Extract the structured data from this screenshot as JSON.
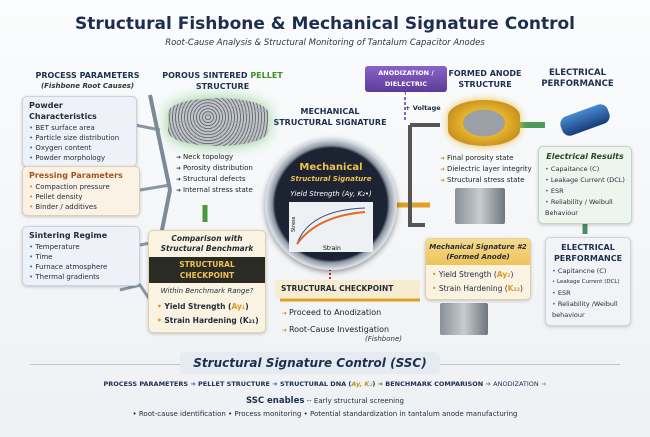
{
  "header": {
    "title": "Structural Fishbone & Mechanical Signature Control",
    "subtitle": "Root-Cause Analysis & Structural Monitoring of Tantalum Capacitor Anodes"
  },
  "process": {
    "title": "PROCESS PARAMETERS",
    "subtitle": "(Fishbone Root Causes)",
    "groups": [
      {
        "title": "Powder Characteristics",
        "items": [
          "BET surface area",
          "Particle size distribution",
          "Oxygen content",
          "Powder morphology"
        ]
      },
      {
        "title": "Pressing Parameters",
        "items": [
          "Compaction pressure",
          "Pellet density",
          "Binder / additives"
        ]
      },
      {
        "title": "Sintering Regime",
        "items": [
          "Temperature",
          "Time",
          "Furnace atmosphere",
          "Thermal gradients"
        ]
      }
    ]
  },
  "pellet": {
    "title_a": "POROUS SINTERED ",
    "title_b": "PELLET",
    "title_c": "STRUCTURE",
    "items": [
      "Neck topology",
      "Porosity distribution",
      "Structural defects",
      "Internal stress state"
    ]
  },
  "mech": {
    "title": "MECHANICAL STRUCTURAL SIGNATURE",
    "inner_title1": "Mechanical",
    "inner_title2": "Structural Signature",
    "yield": "Yield Strength (Ay, K₂•)",
    "ylabel": "Stress",
    "xlabel": "Strain"
  },
  "benchmark": {
    "title": "Comparison with Structural Benchmark",
    "checkpoint": "STRUCTURAL CHECKPOINT",
    "question": "Within Benchmark Range?",
    "yield_label": "Yield Strength (",
    "yield_sym": "Ay₁",
    "strain_label": "Strain Hardening (",
    "strain_sym": "K₂₁",
    "close": ")"
  },
  "checkpoint2": {
    "title": "STRUCTURAL CHECKPOINT",
    "proceed": "Proceed to Anodization",
    "root": "Root-Cause Investigation",
    "root_sub": "(Fishbone)"
  },
  "anodization": {
    "label1": "ANODIZATION /",
    "label2": "DIELECTRIC FORMATION",
    "voltage": "+ Voltage"
  },
  "formed": {
    "title": "FORMED ANODE STRUCTURE",
    "items": [
      "Final porosity state",
      "Dielectric layer integrity",
      "Structural stress state"
    ]
  },
  "electrical": {
    "title": "ELECTRICAL PERFORMANCE",
    "results_title": "Electrical Results",
    "results": [
      "Capaitance (C)",
      "Leakage Current (DCL)",
      "ESR",
      "Reliability / Weibull Behaviour"
    ],
    "title2": "ELECTRICAL PERFORMANCE",
    "items2": [
      "Capitancne (C)",
      "Leakage Current (DCL)",
      "ESR",
      "Reliability /Weibull behaviour"
    ]
  },
  "sig2": {
    "title1": "Mechanical Signature #2",
    "title2": "(Formed Anode)",
    "yield_label": "Yield Strength (",
    "yield_sym": "Ay₂",
    "strain_label": "Strain Hardening (",
    "strain_sym": "K₂₂",
    "close": ")"
  },
  "ssc": {
    "title": "Structural Signature Control (SSC)",
    "flow": [
      "PROCESS PARAMETERS",
      "PELLET STRUCTURE",
      "STRUCTURAL DNA (",
      "Ay, K₂",
      ")",
      "BENCHMARK COMPARISON",
      "ANODIZATION"
    ],
    "enables": "SSC enables",
    "enables_first": "-- Early structural screening",
    "bullets": [
      "Root-cause identification",
      "Process monitoring",
      "Potential standardization in tantalum anode manufacturing"
    ]
  },
  "colors": {
    "navy": "#1d2f4e",
    "gold": "#d99a1c",
    "purple": "#6a48ac",
    "green": "#3f8f2a"
  }
}
